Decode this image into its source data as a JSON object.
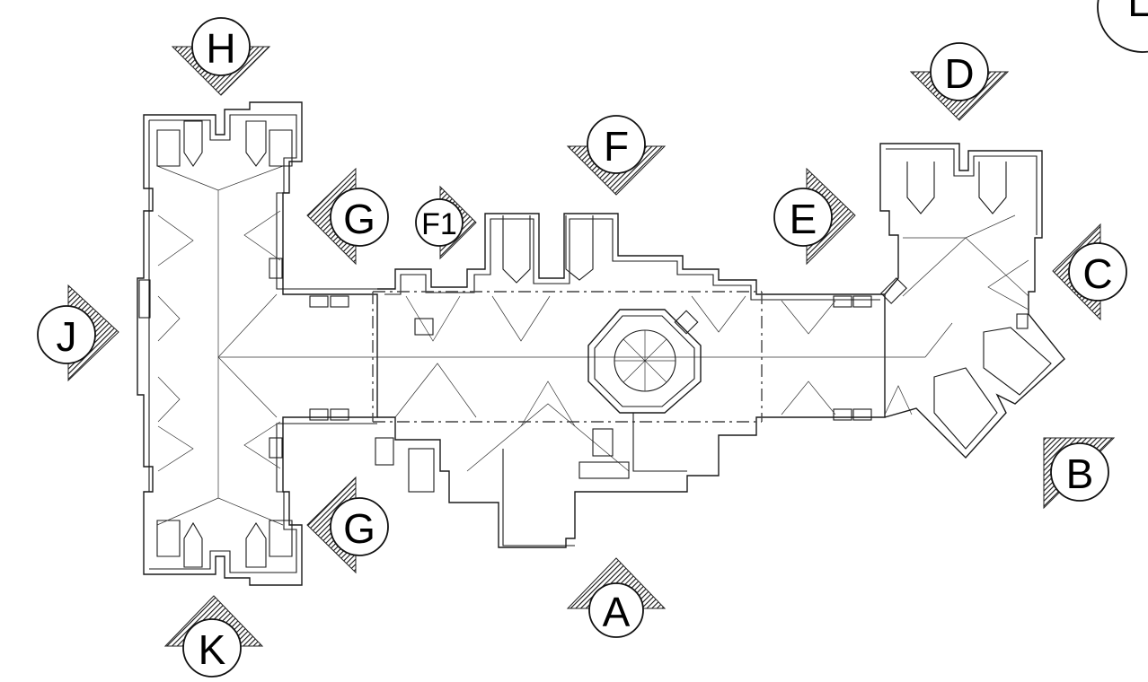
{
  "markers": [
    {
      "id": "A",
      "label": "A"
    },
    {
      "id": "B",
      "label": "B"
    },
    {
      "id": "C",
      "label": "C"
    },
    {
      "id": "D",
      "label": "D"
    },
    {
      "id": "E",
      "label": "E"
    },
    {
      "id": "F",
      "label": "F"
    },
    {
      "id": "F1",
      "label": "F1"
    },
    {
      "id": "G_top",
      "label": "G"
    },
    {
      "id": "G_bottom",
      "label": "G"
    },
    {
      "id": "H",
      "label": "H"
    },
    {
      "id": "J",
      "label": "J"
    },
    {
      "id": "K",
      "label": "K"
    },
    {
      "id": "L",
      "label": "L"
    }
  ]
}
